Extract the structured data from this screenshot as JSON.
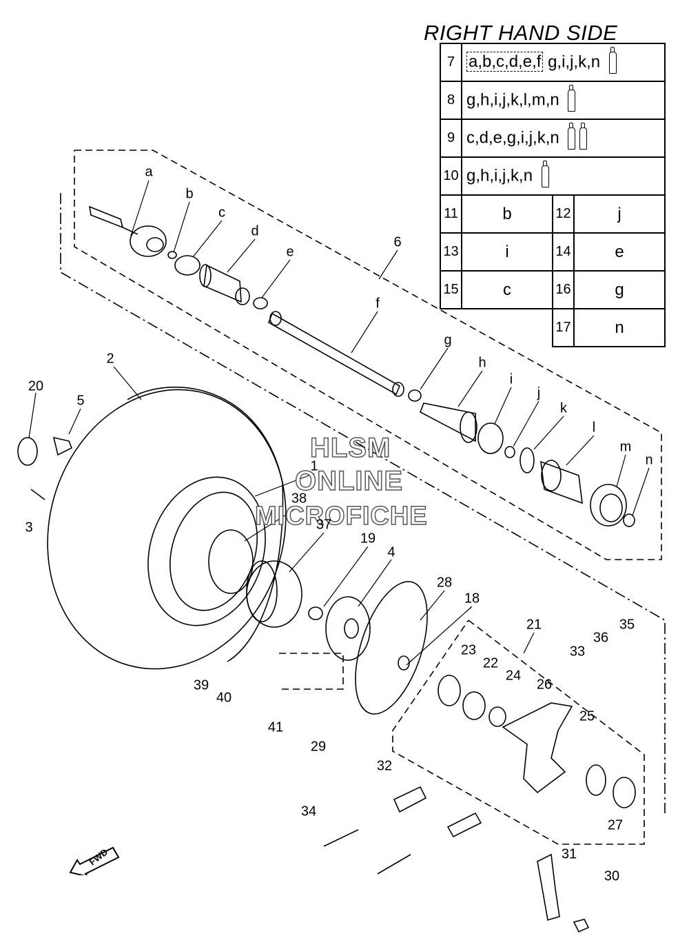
{
  "title": "RIGHT HAND SIDE",
  "watermark": [
    "HLSM",
    "ONLINE",
    "MICROFICHE"
  ],
  "legend": {
    "kits": [
      {
        "num": "7",
        "boxed": "a,b,c,d,e,f",
        "parts": "g,i,j,k,n",
        "tubes": 1
      },
      {
        "num": "8",
        "parts": "g,h,i,j,k,l,m,n",
        "tubes": 1
      },
      {
        "num": "9",
        "parts": "c,d,e,g,i,j,k,n",
        "tubes": 2
      },
      {
        "num": "10",
        "parts": "g,h,i,j,k,n",
        "tubes": 1
      }
    ],
    "singles": [
      [
        {
          "num": "11",
          "part": "b"
        },
        {
          "num": "12",
          "part": "j"
        }
      ],
      [
        {
          "num": "13",
          "part": "i"
        },
        {
          "num": "14",
          "part": "e"
        }
      ],
      [
        {
          "num": "15",
          "part": "c"
        },
        {
          "num": "16",
          "part": "g"
        }
      ],
      [
        {
          "num": "17",
          "part": "n"
        }
      ]
    ]
  },
  "callouts": [
    "a",
    "b",
    "c",
    "d",
    "e",
    "6",
    "f",
    "g",
    "h",
    "i",
    "j",
    "k",
    "l",
    "m",
    "n",
    "2",
    "20",
    "5",
    "1",
    "38",
    "37",
    "19",
    "4",
    "3",
    "28",
    "18",
    "21",
    "36",
    "35",
    "33",
    "23",
    "22",
    "24",
    "26",
    "25",
    "32",
    "34",
    "27",
    "29",
    "39",
    "40",
    "41",
    "31",
    "30"
  ],
  "fwd_label": "FWD"
}
